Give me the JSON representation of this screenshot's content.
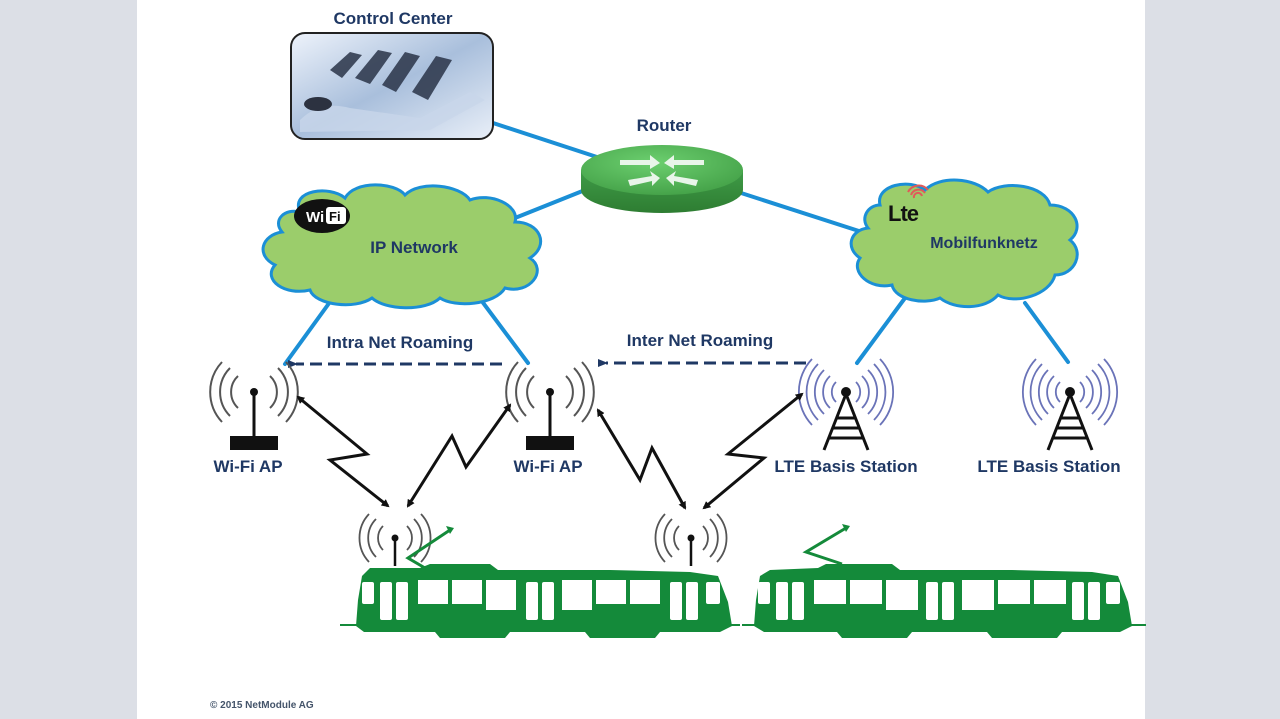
{
  "diagram": {
    "nodes": {
      "control_center": {
        "label": "Control Center"
      },
      "router": {
        "label": "Router"
      },
      "ip_network": {
        "label": "IP Network",
        "badge": "Wi Fi"
      },
      "mobile_network": {
        "label": "Mobilfunknetz",
        "badge": "Lte"
      },
      "wifi_ap_1": {
        "label": "Wi-Fi AP"
      },
      "wifi_ap_2": {
        "label": "Wi-Fi AP"
      },
      "lte_station_1": {
        "label": "LTE Basis Station"
      },
      "lte_station_2": {
        "label": "LTE Basis Station"
      }
    },
    "roaming": {
      "intra": {
        "label": "Intra Net Roaming"
      },
      "inter": {
        "label": "Inter Net Roaming"
      }
    },
    "footer": {
      "copyright": "© 2015 NetModule AG"
    },
    "colors": {
      "link": "#1b8fd6",
      "cloud_fill": "#9bcd6b",
      "router": "#4caf50",
      "tram": "#148a3a",
      "label": "#1f3864",
      "lte_waves": "#6a73b8"
    }
  }
}
